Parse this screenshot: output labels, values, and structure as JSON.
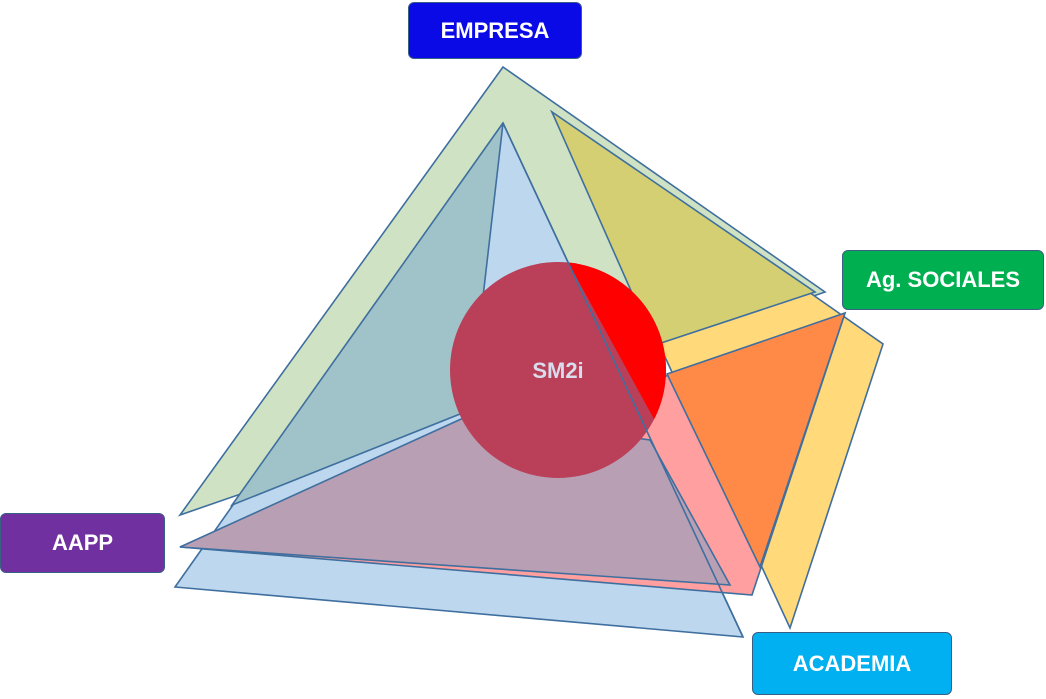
{
  "center": {
    "label": "SM2i",
    "colors": {
      "circle": "#b94058",
      "highlight": "#ff0000",
      "text": "#d9dcec"
    }
  },
  "labels": {
    "empresa": {
      "text": "EMPRESA",
      "color": "#0a0ae6"
    },
    "sociales": {
      "text": "Ag. SOCIALES",
      "color": "#00b050"
    },
    "aapp": {
      "text": "AAPP",
      "color": "#7030a0"
    },
    "academia": {
      "text": "ACADEMIA",
      "color": "#00b0f0"
    }
  },
  "triangle_colors": {
    "green": "#cfe2c3",
    "blue": "#bdd7ee",
    "yellow": "#ffd97a",
    "pink": "#ff9f9f",
    "olive": "#d4cf72",
    "teal": "#9fc3c9",
    "mauve": "#b89fb4",
    "orange": "#ff8a48"
  }
}
